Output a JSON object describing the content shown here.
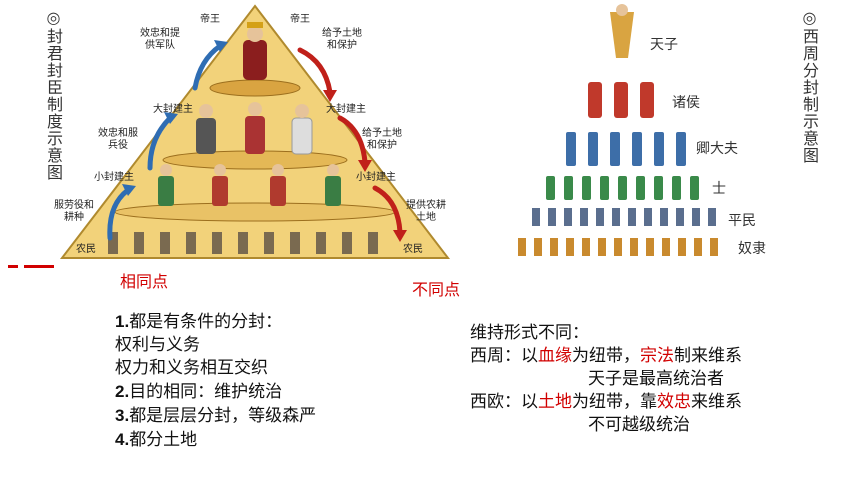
{
  "left_figure": {
    "vertical_label": "◎封君封臣制度示意图",
    "ranks": {
      "king_left": "帝王",
      "king_right": "帝王",
      "great_lord": "大封建主",
      "great_lord_right": "大封建主",
      "small_lord": "小封建主",
      "small_lord_right": "小封建主",
      "peasant_left": "农民",
      "peasant_right": "农民"
    },
    "duties": {
      "loyalty_army": "效忠和提供军队",
      "loyalty_service": "效忠和服兵役",
      "labor": "服劳役和耕种",
      "give_land_1": "给予土地和保护",
      "give_land_2": "给予土地和保护",
      "give_farmland": "提供农耕土地"
    }
  },
  "right_figure": {
    "vertical_label": "◎西周分封制示意图",
    "ranks": [
      "天子",
      "诸侯",
      "卿大夫",
      "士",
      "平民",
      "奴隶"
    ]
  },
  "captions": {
    "same": "相同点",
    "different": "不同点"
  },
  "similarities": {
    "item1_num": "1.",
    "item1_text": "都是有条件的分封：",
    "item1_sub1": "权利与义务",
    "item1_sub2": "权力和义务相互交织",
    "item2_num": "2.",
    "item2_text": "目的相同：维护统治",
    "item3_num": "3.",
    "item3_text": "都是层层分封，等级森严",
    "item4_num": "4.",
    "item4_text": "都分土地"
  },
  "differences": {
    "heading": "维持形式不同：",
    "zhou_prefix": "西周：以",
    "zhou_key1": "血缘",
    "zhou_mid": "为纽带，",
    "zhou_key2": "宗法",
    "zhou_suffix": "制来维系",
    "zhou_note": "天子是最高统治者",
    "europe_prefix": "西欧：以",
    "europe_key1": "土地",
    "europe_mid": "为纽带，靠",
    "europe_key2": "效忠",
    "europe_suffix": "来维系",
    "europe_note": "不可越级统治"
  },
  "colors": {
    "highlight": "#d10000",
    "pyramid_fill": "#f2d27a",
    "arrow_blue": "#2f6db3",
    "arrow_red": "#c0201a"
  }
}
